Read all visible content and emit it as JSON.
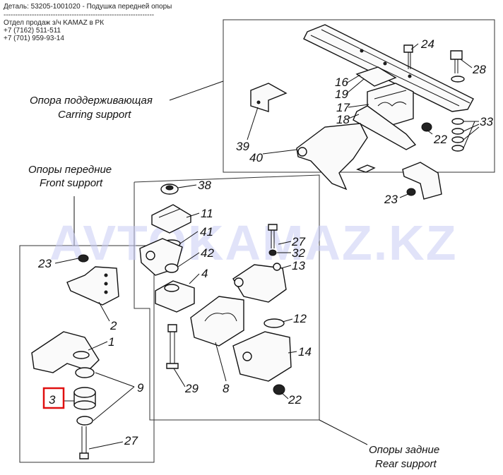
{
  "header": {
    "line1": "Деталь: 53205-1001020 - Подушка передней опоры",
    "line2": "----------------------------------------------------------------",
    "line3": "Отдел продаж з/ч KAMAZ в РК",
    "line4": "+7 (7162) 511-511",
    "line5": "+7 (701) 959-93-14"
  },
  "watermark": "AVTOKAMAZ.KZ",
  "captions": {
    "carring_ru": "Опора поддерживающая",
    "carring_en": "Carring support",
    "front_ru": "Опоры передние",
    "front_en": "Front support",
    "rear_ru": "Опоры задние",
    "rear_en": "Rear support"
  },
  "labels": {
    "l24": "24",
    "l28": "28",
    "l16": "16",
    "l19": "19",
    "l17": "17",
    "l18": "18",
    "l33": "33",
    "l22a": "22",
    "l39": "39",
    "l40": "40",
    "l23a": "23",
    "l38": "38",
    "l11": "11",
    "l41": "41",
    "l42": "42",
    "l4": "4",
    "l27a": "27",
    "l32": "32",
    "l13": "13",
    "l12": "12",
    "l14": "14",
    "l8": "8",
    "l29": "29",
    "l22b": "22",
    "l23b": "23",
    "l2": "2",
    "l1": "1",
    "l9": "9",
    "l3": "3",
    "l27b": "27"
  },
  "highlight": {
    "label": "3",
    "color": "#e01010"
  }
}
